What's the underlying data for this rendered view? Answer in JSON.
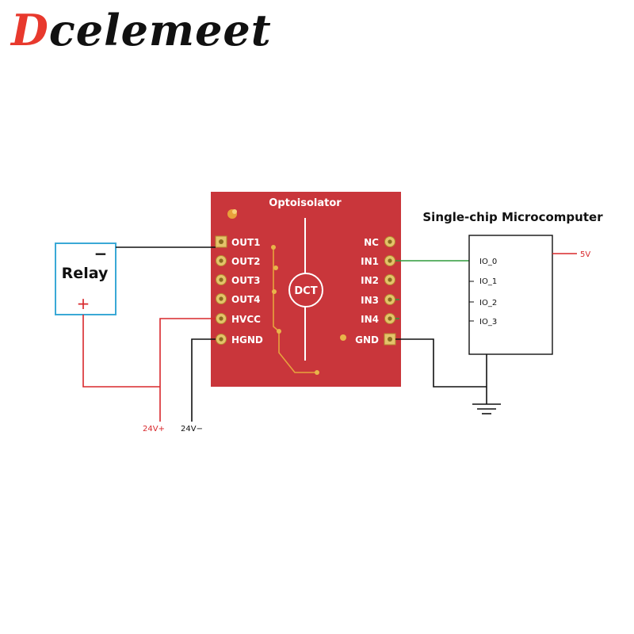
{
  "brand": {
    "part1": "D",
    "part2": "celemeet"
  },
  "board": {
    "title": "Optoisolator",
    "chip": "DCT",
    "color": "#c9363b",
    "left_pins": [
      "OUT1",
      "OUT2",
      "OUT3",
      "OUT4",
      "HVCC",
      "HGND"
    ],
    "right_pins": [
      "NC",
      "IN1",
      "IN2",
      "IN3",
      "IN4",
      "GND"
    ]
  },
  "relay": {
    "label": "Relay",
    "minus": "−",
    "plus": "+"
  },
  "mcu": {
    "title": "Single-chip Microcomputer",
    "pins": [
      "IO_0",
      "IO_1",
      "IO_2",
      "IO_3"
    ],
    "supply": "5V"
  },
  "power": {
    "pos": "24V+",
    "neg": "24V−"
  },
  "colors": {
    "red_wire": "#d8282c",
    "green_wire": "#2f9a3a",
    "blue_box": "#3aa9d6",
    "black_wire": "#111111"
  }
}
